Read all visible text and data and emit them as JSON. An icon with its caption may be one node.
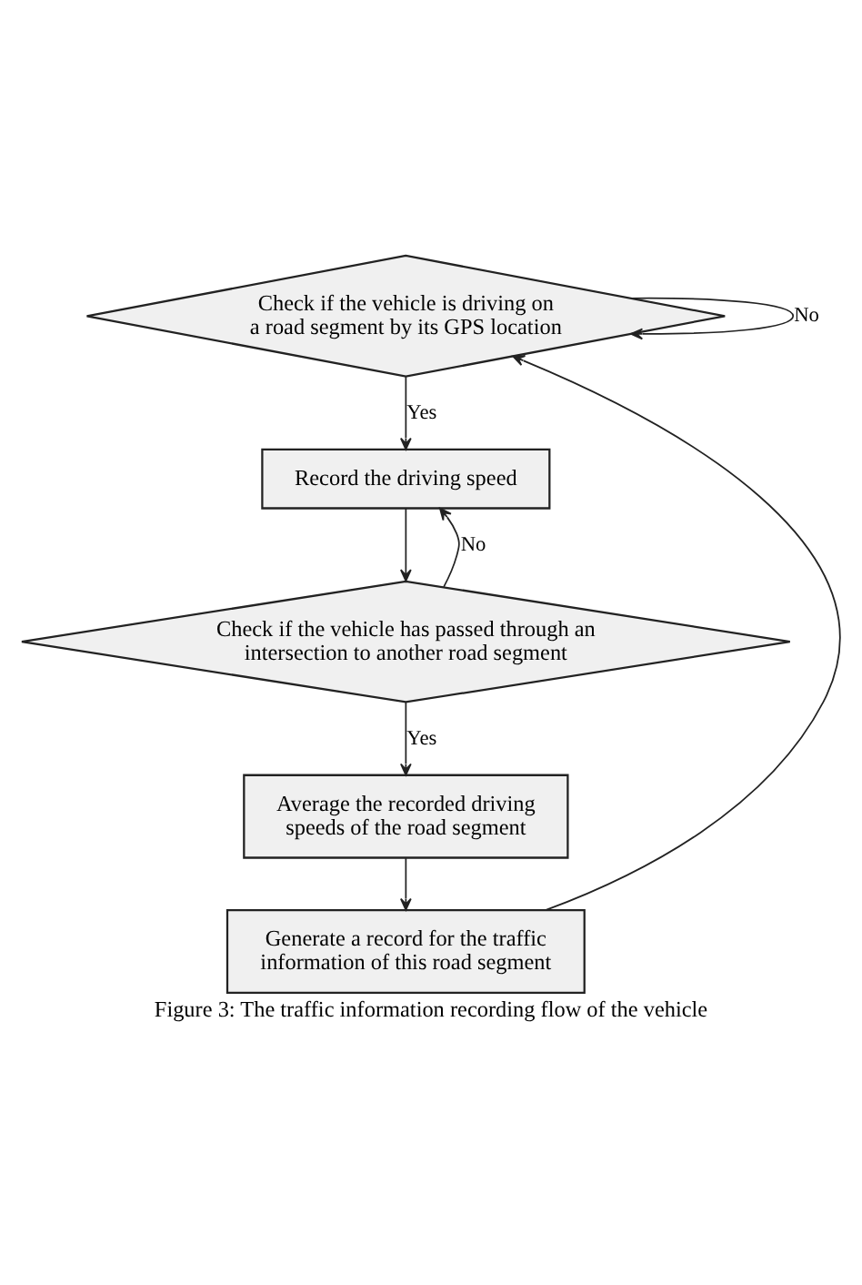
{
  "diagram": {
    "caption": "Figure 3: The traffic information recording flow of the vehicle",
    "nodes": [
      {
        "text": [
          "Check if the vehicle is driving on a road segment by its GPS location"
        ]
      },
      {
        "text": [
          "Record the driving speed"
        ]
      },
      {
        "text": [
          "Check if the vehicle has passed through an intersection to another road segment"
        ]
      },
      {
        "text": [
          "Average the recorded driving speeds of the road segment"
        ]
      },
      {
        "text": [
          "Generate a record for the traffic information of this road segment"
        ]
      }
    ],
    "edges": [
      {
        "from": 0,
        "to": 0,
        "arrow": "to",
        "label": "No"
      },
      {
        "from": 0,
        "to": 1,
        "arrow": "to",
        "label": "Yes"
      },
      {
        "from": 1,
        "to": 2,
        "arrow": "to"
      },
      {
        "from": 2,
        "to": 1,
        "arrow": "to",
        "label": "No"
      },
      {
        "from": 2,
        "to": 3,
        "arrow": "to",
        "label": "Yes"
      },
      {
        "from": 3,
        "to": 4,
        "arrow": "to"
      },
      {
        "from": 4,
        "to": 0,
        "arrow": "to"
      }
    ]
  }
}
